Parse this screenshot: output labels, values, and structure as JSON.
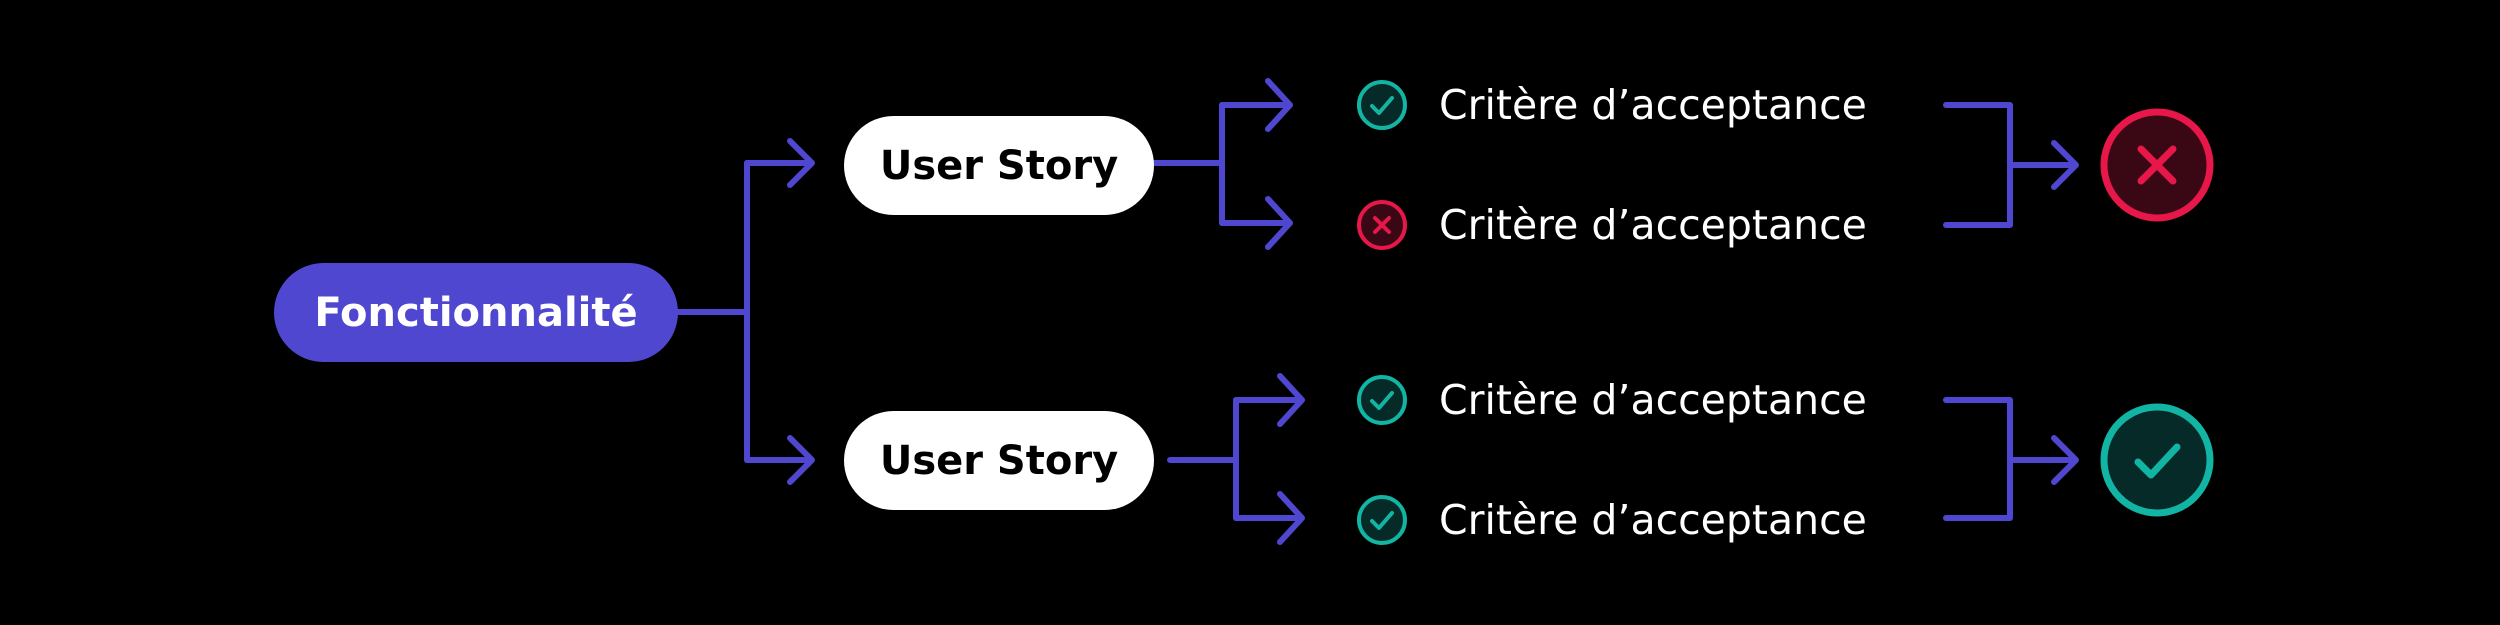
{
  "diagram": {
    "feature": {
      "label": "Fonctionnalité",
      "color": "#4f47cf"
    },
    "stories": [
      {
        "label": "User Story",
        "criteria": [
          {
            "label": "Critère d’acceptance",
            "status": "pass",
            "icon": "check-circle-icon"
          },
          {
            "label": "Critère d’acceptance",
            "status": "fail",
            "icon": "x-circle-icon"
          }
        ],
        "result": {
          "status": "fail",
          "icon": "x-circle-icon"
        }
      },
      {
        "label": "User Story",
        "criteria": [
          {
            "label": "Critère d’acceptance",
            "status": "pass",
            "icon": "check-circle-icon"
          },
          {
            "label": "Critère d’acceptance",
            "status": "pass",
            "icon": "check-circle-icon"
          }
        ],
        "result": {
          "status": "pass",
          "icon": "check-circle-icon"
        }
      }
    ]
  },
  "colors": {
    "background": "#000000",
    "connector": "#4f47cf",
    "pass": "#12b5a4",
    "pass_fill": "#062a27",
    "fail": "#e8174a",
    "fail_fill": "#3a0714",
    "story_pill": "#ffffff"
  }
}
